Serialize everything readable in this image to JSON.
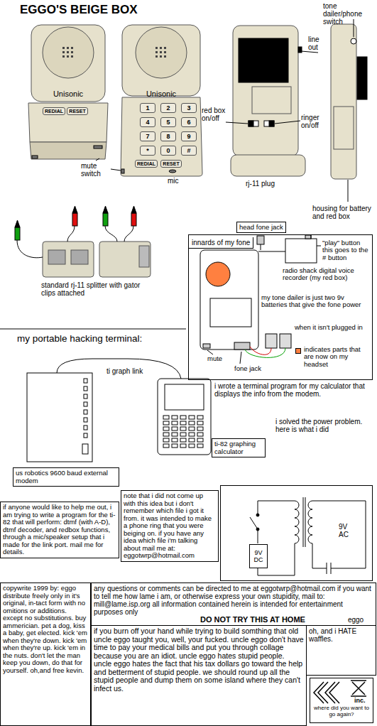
{
  "diagram": {
    "title": "EGGO'S BEIGE BOX",
    "nodes": [
      {
        "text": [
          "REDIAL"
        ]
      },
      {
        "text": [
          "RESET"
        ]
      },
      {
        "text": [
          "1"
        ]
      },
      {
        "text": [
          "2"
        ]
      },
      {
        "text": [
          "3"
        ]
      },
      {
        "text": [
          "4"
        ]
      },
      {
        "text": [
          "5"
        ]
      },
      {
        "text": [
          "6"
        ]
      },
      {
        "text": [
          "7"
        ]
      },
      {
        "text": [
          "8"
        ]
      },
      {
        "text": [
          "9"
        ]
      },
      {
        "text": [
          "*"
        ]
      },
      {
        "text": [
          "0"
        ]
      },
      {
        "text": [
          "#"
        ]
      },
      {
        "text": [
          "REDIAL"
        ]
      },
      {
        "text": [
          "RESET"
        ]
      },
      {
        "text": [
          "head fone jack"
        ]
      },
      {
        "text": [
          "innards of my fone"
        ]
      },
      {
        "text": [
          "us robotics 9600 baud external modem"
        ]
      },
      {
        "text": [
          "ti-82 graphing calculator"
        ]
      },
      {
        "text": [
          "if anyone would like to help me out, i am trying to write a program for the ti-82 that will perform: dtmf (with A-D), dtmf decoder, and redbox functions, through a mic/speaker setup that i made for the link port. mail me for details."
        ]
      },
      {
        "text": [
          "note that i did not come up with this idea but i don't remember which file i got it from. it was intended to make a phone ring that you were beiging on. if you have any idea which file i'm talking about mail me at: eggotwrp@hotmail.com"
        ]
      },
      {
        "text": [
          "9V AC"
        ]
      },
      {
        "text": [
          "9V DC"
        ],
        "in": 22
      },
      {
        "text": [
          "copywrite 1999 by: eggo distribute freely only in it's original, in-tact form with no omitions or additions. except no substitutions. buy ammerician. pet a dog, kiss a baby, get elected. kick 'em when they're down. kick 'em when they're up. kick 'em in the nuts. don't let the man keep you down, do that for yourself. oh,and free kevin."
        ]
      },
      {
        "text": [
          "any questions or comments can be directed to me at eggotwrp@hotmail.com if you want to tell me how lame i am, or otherwise express your own stupidity, mail to: mill@lame.isp.org all information contained herein is intended for entertainment purposes only",
          "DO NOT TRY THIS AT HOME",
          "eggo"
        ]
      },
      {
        "text": [
          "if you burn off your hand while trying to build somthing that old uncle eggo taught you, well, your fucked. uncle eggo don't have time to pay your medical bills and put you through collage because you are an idiot. uncle eggo hates stupid people. uncle eggo hates the fact that his tax dollars go toward the help and betterment of stupid people. we should round up all the stupid people and dump them on some island where they can't infect us."
        ]
      },
      {
        "text": [
          "oh, and i HATE waffles."
        ]
      },
      {
        "text": [
          "inc.",
          "where did you want to go again?"
        ]
      }
    ],
    "labels": [
      "Unisonic",
      "Unisonic",
      "tone dailer/phone switch",
      "line out",
      "red box on/off",
      "ringer on/off",
      "mute switch",
      "mic",
      "rj-11 plug",
      "housing for battery and red box",
      "standard rj-11 splitter with gator clips attached",
      "\"play\" button this goes to the # button",
      "radio shack digital voice recorder (my red box)",
      "my tone dailer is just two 9v batteries that give the fone power",
      "when it isn't plugged in",
      "mute",
      "fone jack",
      "my portable hacking terminal:",
      "ti graph link",
      "i wrote a terminal program for my calculator that displays the info from the modem.",
      "i solved the power problem. here is what i did"
    ],
    "legend": [
      {
        "text": "indicates parts that are now on my headset",
        "color": "#ff8040"
      }
    ]
  }
}
